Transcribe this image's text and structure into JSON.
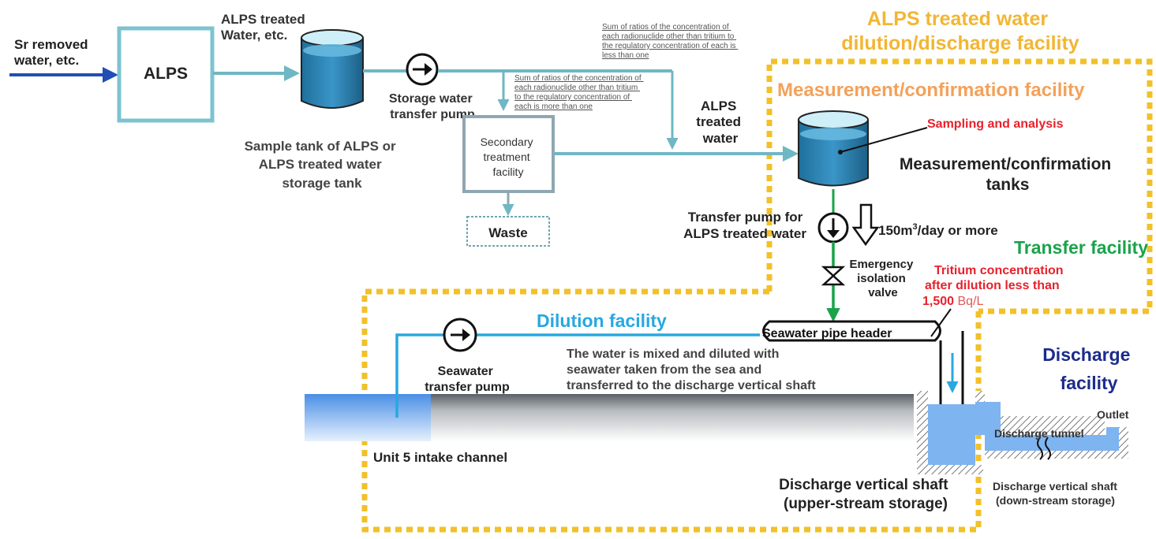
{
  "inputs": {
    "sr_removed": [
      "Sr removed",
      "water, etc."
    ],
    "alps": "ALPS",
    "alps_treated_water_etc": [
      "ALPS treated",
      "Water, etc."
    ]
  },
  "sample_tank": {
    "label": [
      "Sample tank of ALPS or",
      "ALPS treated water",
      "storage tank"
    ]
  },
  "storage_pump": {
    "label": [
      "Storage water",
      "transfer pump"
    ]
  },
  "condition_less": {
    "lines": [
      "Sum of ratios of the concentration of",
      "each radionuclide other than tritium to",
      "the regulatory concentration of each is",
      "less than one"
    ]
  },
  "condition_more": {
    "lines": [
      "Sum of ratios of the concentration of",
      "each radionuclide other than tritium",
      "to the regulatory concentration of",
      "each is more than one"
    ]
  },
  "secondary": {
    "label": [
      "Secondary",
      "treatment",
      "facility"
    ]
  },
  "waste": "Waste",
  "alps_treated_water": [
    "ALPS",
    "treated",
    "water"
  ],
  "dilution_discharge_facility": [
    "ALPS treated water",
    "dilution/discharge facility"
  ],
  "measurement_facility": "Measurement/confirmation facility",
  "sampling": "Sampling and analysis",
  "measurement_tanks": [
    "Measurement/confirmation",
    "tanks"
  ],
  "transfer_pump": [
    "Transfer pump for",
    "ALPS treated water"
  ],
  "flow_rate": {
    "value": "150m",
    "sup": "3",
    "rest": "/day or more"
  },
  "transfer_facility": "Transfer facility",
  "emergency_valve": [
    "Emergency",
    "isolation",
    "valve"
  ],
  "tritium": {
    "line1": "Tritium concentration",
    "line2": "after dilution less than",
    "value": "1,500",
    "unit": " Bq/L"
  },
  "dilution_facility": "Dilution facility",
  "seawater_header": "Seawater pipe header",
  "mixing_note": [
    "The water is mixed and diluted with",
    "seawater taken from the sea and",
    "transferred to the discharge vertical shaft"
  ],
  "seawater_pump": [
    "Seawater",
    "transfer pump"
  ],
  "intake_channel": "Unit 5 intake channel",
  "discharge_shaft_up": [
    "Discharge vertical shaft",
    "(upper-stream storage)"
  ],
  "discharge_facility": [
    "Discharge",
    "facility"
  ],
  "outlet": "Outlet",
  "discharge_tunnel": "Discharge tunnel",
  "discharge_shaft_down": [
    "Discharge vertical shaft",
    "(down-stream storage)"
  ],
  "colors": {
    "pipe_teal": "#6fb7c4",
    "arrow_blue": "#1f4fb4",
    "pipe_blue": "#27a8e0",
    "green": "#1aa34a",
    "orange_border": "#f2c029",
    "orange_title": "#f4a15a",
    "title_orange": "#f2b634",
    "red": "#e8212b",
    "navy": "#1c2b8c",
    "gray_text": "#444444"
  }
}
